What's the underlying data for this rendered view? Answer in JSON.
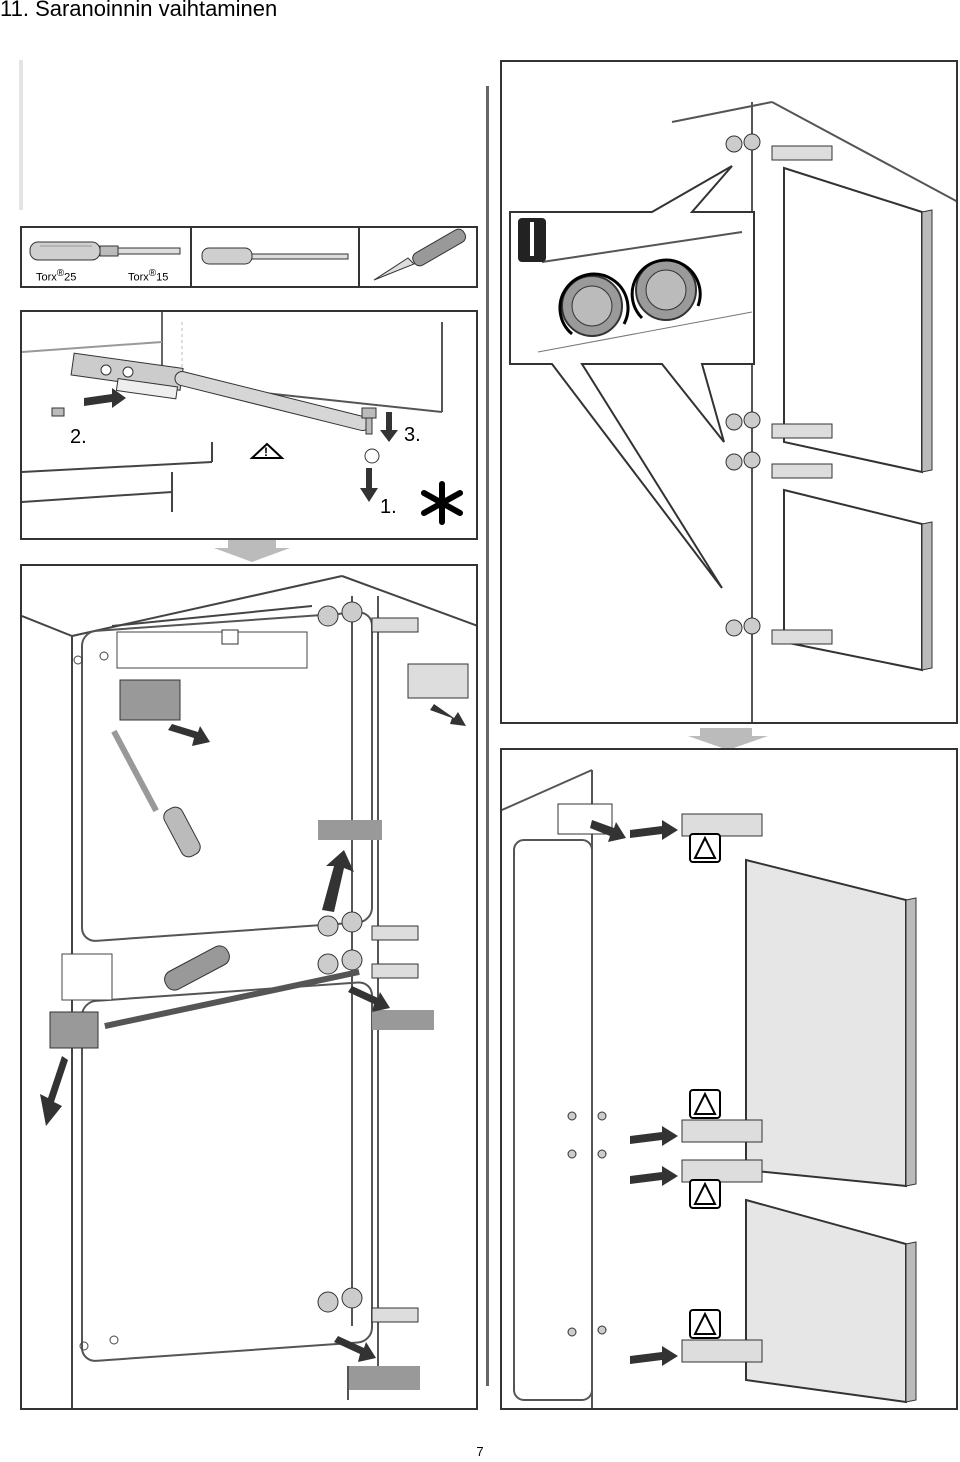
{
  "page": {
    "title": "11. Saranoinnin vaihtaminen",
    "page_number": "7"
  },
  "tools": {
    "torx_a": "Torx",
    "torx_a_size": "25",
    "torx_b": "Torx",
    "torx_b_size": "15",
    "registered": "®"
  },
  "steps": {
    "step1": "1.",
    "step2": "2.",
    "step3": "3."
  },
  "icons": {
    "warning": "warning-triangle-icon",
    "asterisk": "asterisk-icon",
    "screwdriver": "screwdriver-icon"
  }
}
